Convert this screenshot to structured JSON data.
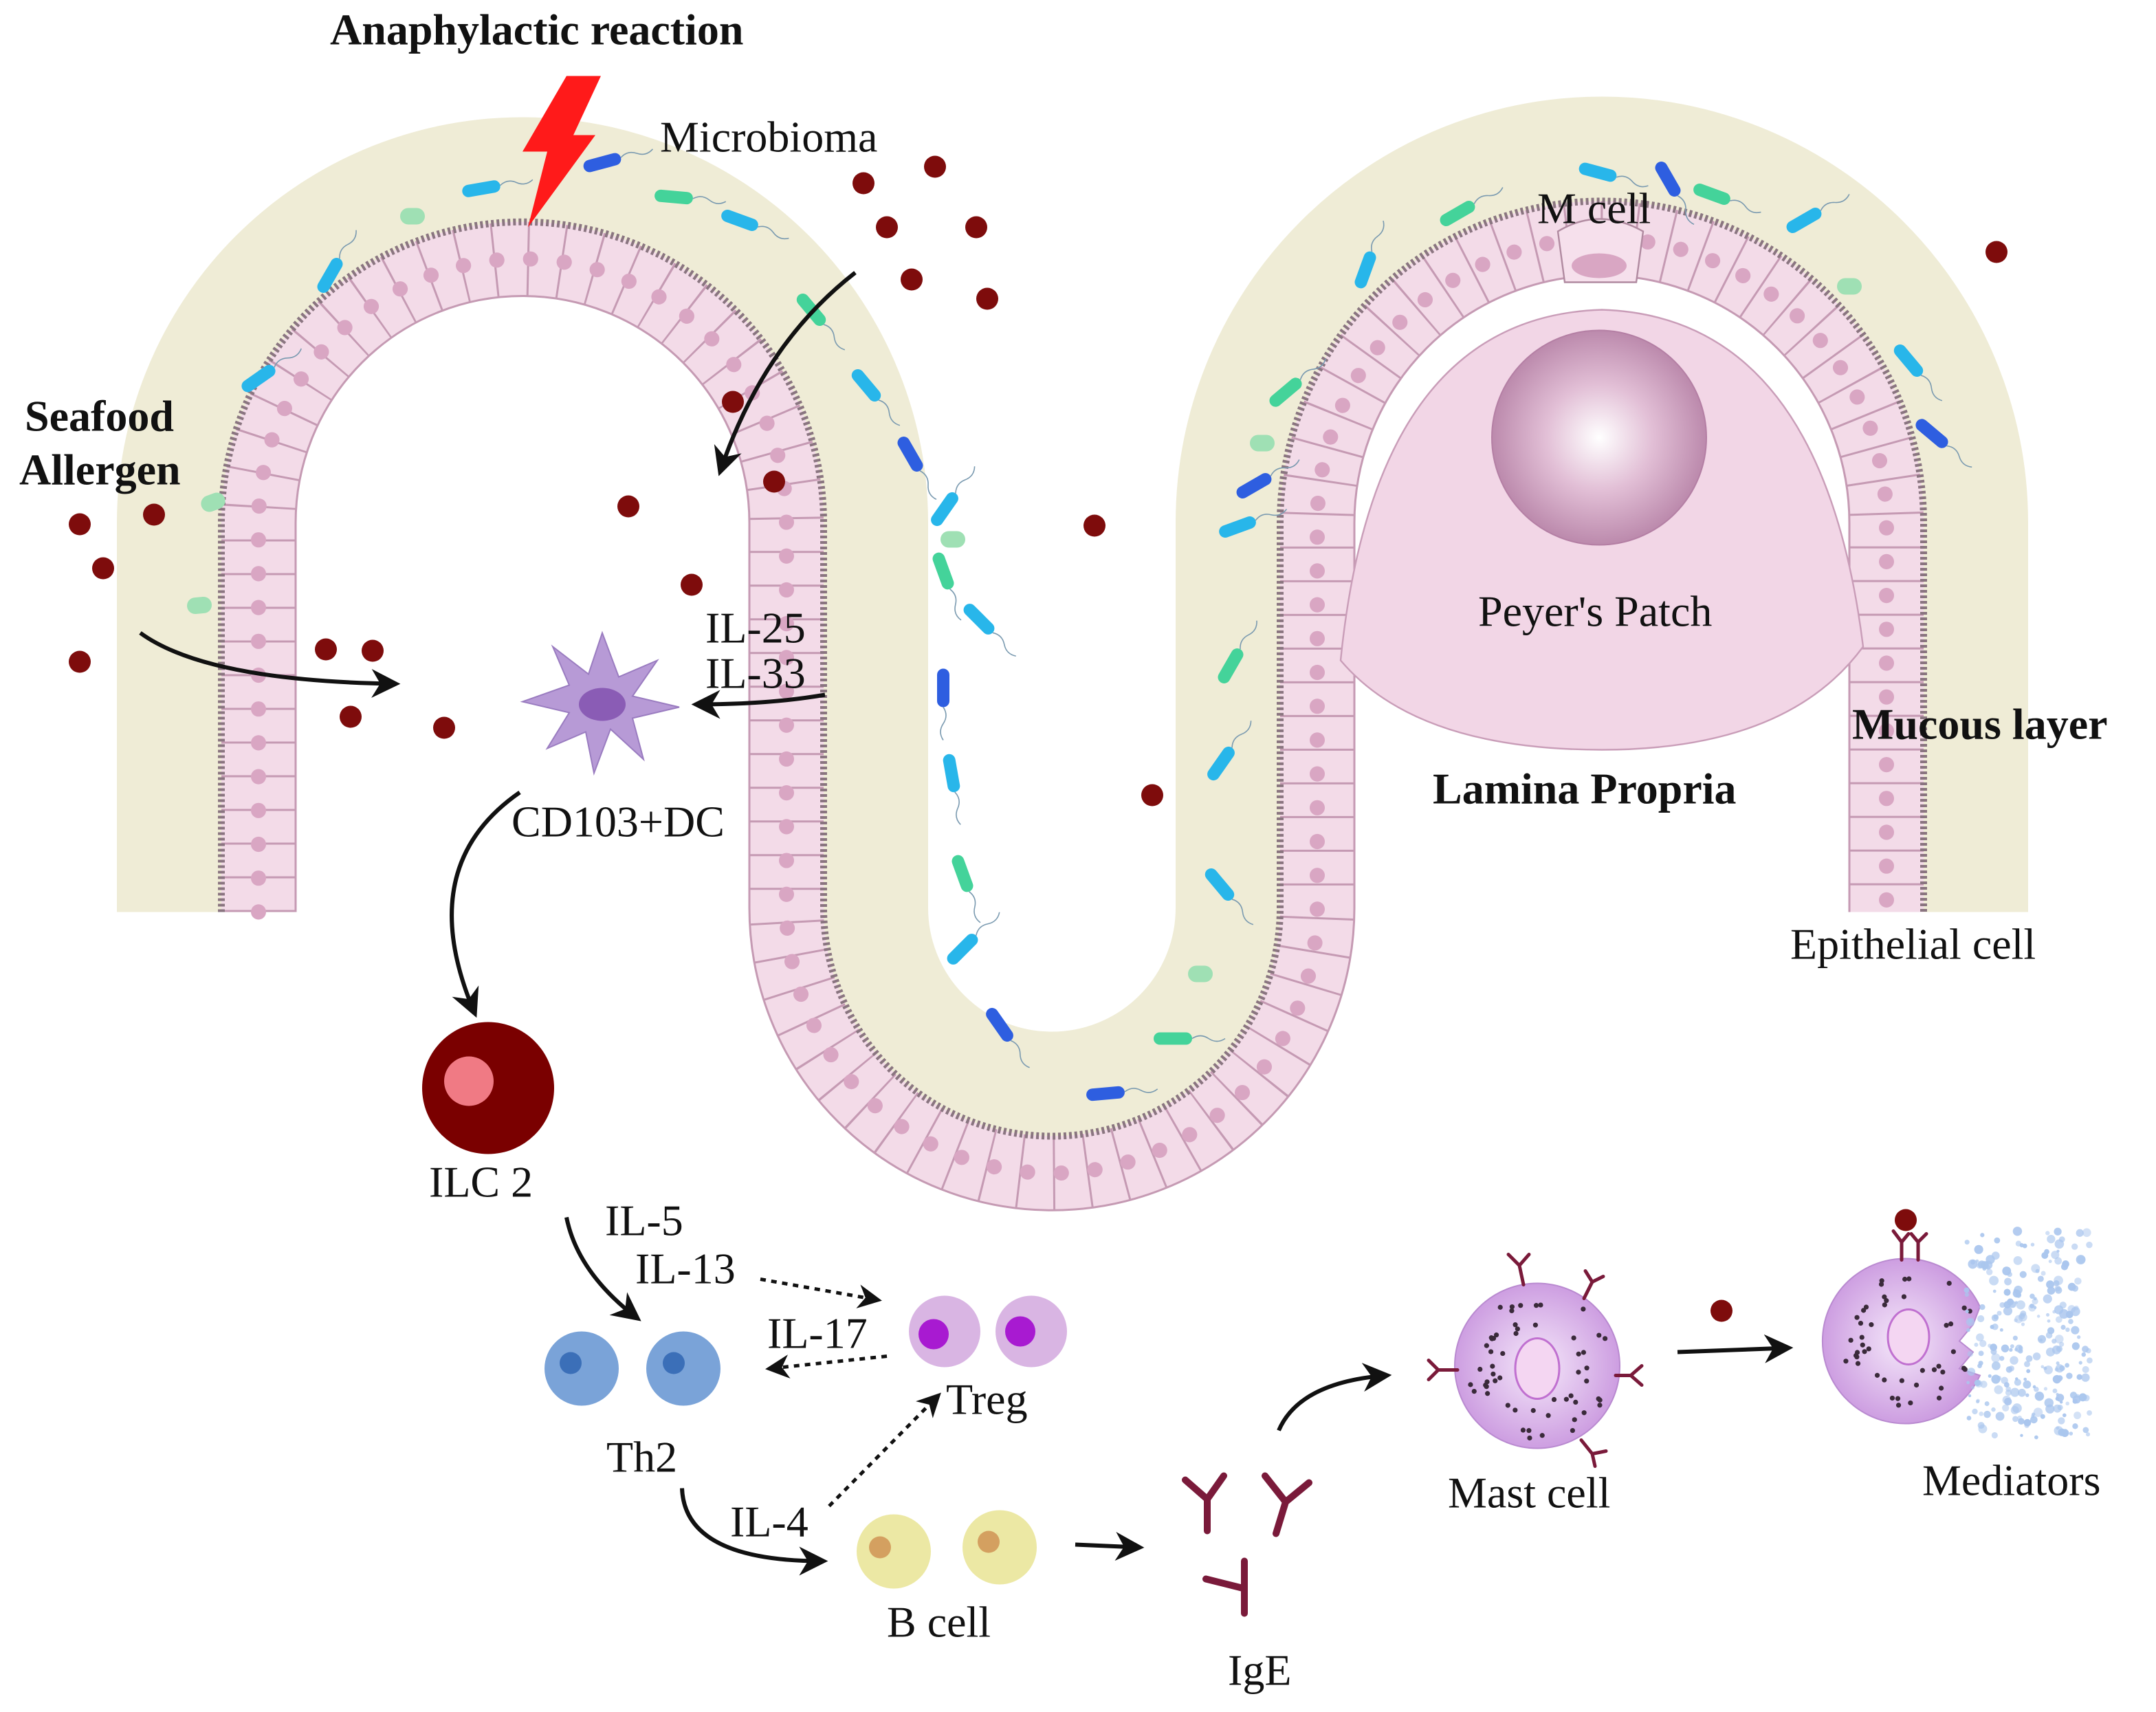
{
  "labels": {
    "anaphylactic": "Anaphylactic reaction",
    "microbioma": "Microbioma",
    "m_cell": "M  cell",
    "seafood_line1": "Seafood",
    "seafood_line2": "Allergen",
    "il25": "IL-25",
    "il33": "IL-33",
    "peyers_patch": "Peyer's Patch",
    "mucous_layer": "Mucous layer",
    "lamina_propria": "Lamina Propria",
    "cd103_dc": "CD103+DC",
    "epithelial_cell": "Epithelial cell",
    "ilc2": "ILC 2",
    "il5": "IL-5",
    "il13": "IL-13",
    "il17": "IL-17",
    "treg": "Treg",
    "th2": "Th2",
    "il4": "IL-4",
    "b_cell": "B cell",
    "ige": "IgE",
    "mast_cell": "Mast cell",
    "mediators": "Mediators"
  },
  "colors": {
    "mucus": "#efecd6",
    "epithelium": "#f3dbe8",
    "nucleus": "#d9a6c3",
    "brush_border": "#8a7580",
    "allergen": "#7e0c0c",
    "lightning": "#ff1a1a",
    "dc": "#b79ad6",
    "ilc2": "#7a0000",
    "ilc2_nucleus": "#f07a84",
    "th2": "#7aa3d8",
    "treg": "#d9b5e3",
    "treg_nucleus": "#a81ad1",
    "b_cell": "#ece8a4",
    "b_cell_nucleus": "#d4a060",
    "mast_cell": "#d7a9e5",
    "ige": "#7a1a3a",
    "mediators": "#aac6ee"
  }
}
